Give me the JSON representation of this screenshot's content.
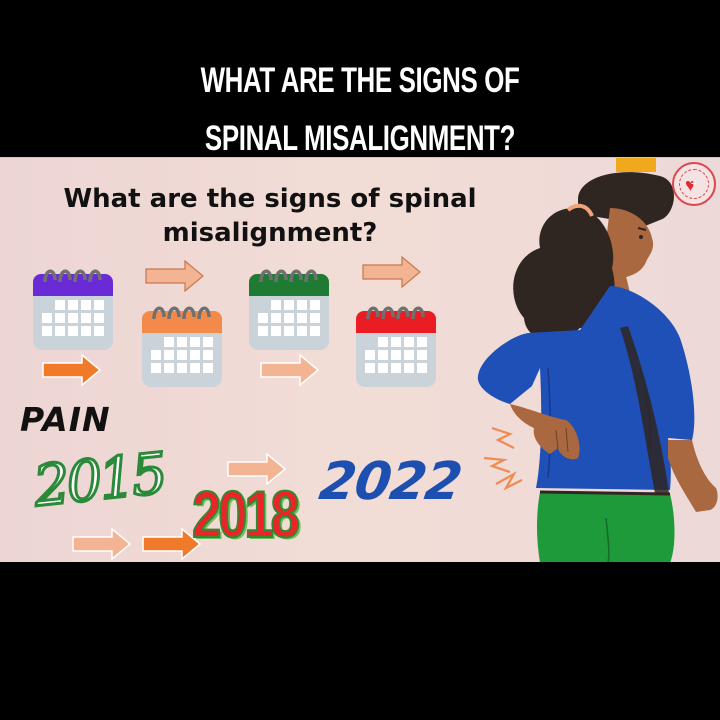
{
  "caption": {
    "line1": "WHAT ARE THE SIGNS OF",
    "line2": "SPINAL MISALIGNMENT?"
  },
  "slide": {
    "title_line1": "What are the signs of spinal",
    "title_line2": "misalignment?",
    "label": "PAIN",
    "years": [
      "2015",
      "2018",
      "2022"
    ],
    "calendars": [
      {
        "color": "#6a2ad6",
        "name": "purple"
      },
      {
        "color": "#f48a4a",
        "name": "orange"
      },
      {
        "color": "#1f7a34",
        "name": "green"
      },
      {
        "color": "#ea1c24",
        "name": "red"
      }
    ],
    "colors": {
      "arrow_light": "#f3b493",
      "arrow_dark": "#f07a2a",
      "shirt": "#1f50b8",
      "pants": "#1f9a3a",
      "skin": "#a9683f",
      "hair": "#2f2622",
      "pain_marks": "#f08a50"
    },
    "illustration": "woman-holding-lower-back-in-pain-icon",
    "badge": "heart-cross-logo-icon"
  }
}
